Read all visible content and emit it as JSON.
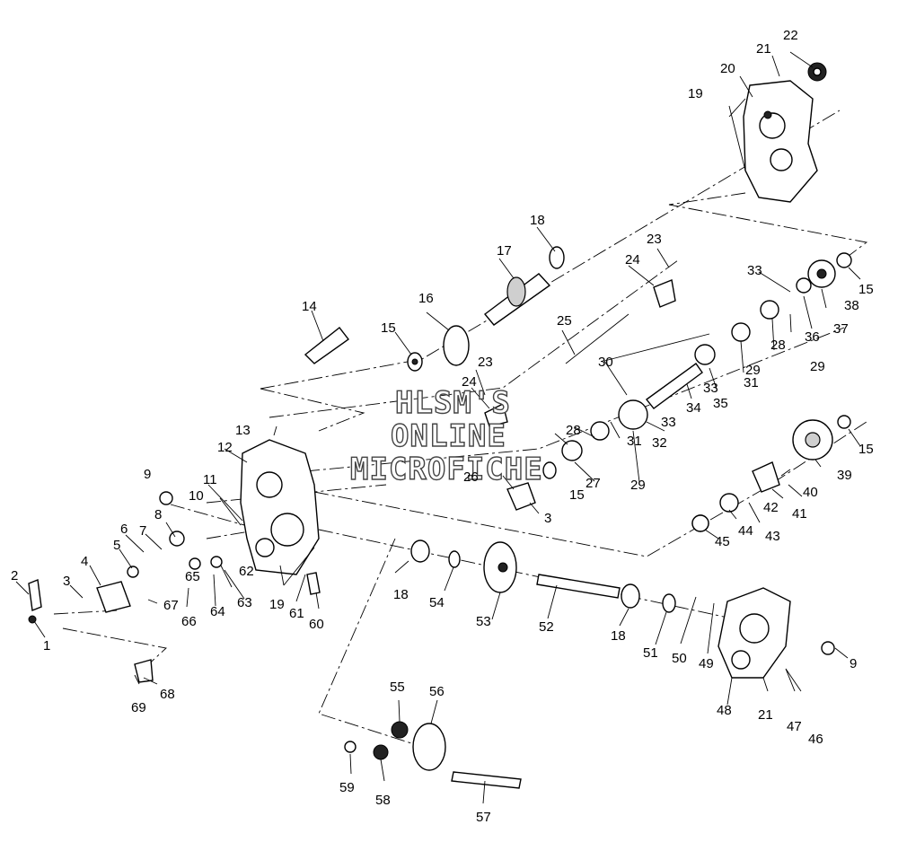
{
  "watermark": {
    "line1": "HLSM'S",
    "line2": "ONLINE",
    "line3": "MICROFICHE"
  },
  "callouts": [
    {
      "id": "c1",
      "text": "1"
    },
    {
      "id": "c2",
      "text": "2"
    },
    {
      "id": "c3a",
      "text": "3"
    },
    {
      "id": "c3b",
      "text": "3"
    },
    {
      "id": "c4",
      "text": "4"
    },
    {
      "id": "c5",
      "text": "5"
    },
    {
      "id": "c6",
      "text": "6"
    },
    {
      "id": "c7",
      "text": "7"
    },
    {
      "id": "c8",
      "text": "8"
    },
    {
      "id": "c9a",
      "text": "9"
    },
    {
      "id": "c9b",
      "text": "9"
    },
    {
      "id": "c10",
      "text": "10"
    },
    {
      "id": "c11",
      "text": "11"
    },
    {
      "id": "c12",
      "text": "12"
    },
    {
      "id": "c13",
      "text": "13"
    },
    {
      "id": "c14",
      "text": "14"
    },
    {
      "id": "c15a",
      "text": "15"
    },
    {
      "id": "c15b",
      "text": "15"
    },
    {
      "id": "c15c",
      "text": "15"
    },
    {
      "id": "c15d",
      "text": "15"
    },
    {
      "id": "c16",
      "text": "16"
    },
    {
      "id": "c17",
      "text": "17"
    },
    {
      "id": "c18a",
      "text": "18"
    },
    {
      "id": "c18b",
      "text": "18"
    },
    {
      "id": "c18c",
      "text": "18"
    },
    {
      "id": "c19a",
      "text": "19"
    },
    {
      "id": "c19b",
      "text": "19"
    },
    {
      "id": "c20",
      "text": "20"
    },
    {
      "id": "c21a",
      "text": "21"
    },
    {
      "id": "c21b",
      "text": "21"
    },
    {
      "id": "c22",
      "text": "22"
    },
    {
      "id": "c23a",
      "text": "23"
    },
    {
      "id": "c23b",
      "text": "23"
    },
    {
      "id": "c24a",
      "text": "24"
    },
    {
      "id": "c24b",
      "text": "24"
    },
    {
      "id": "c25",
      "text": "25"
    },
    {
      "id": "c26",
      "text": "26"
    },
    {
      "id": "c27",
      "text": "27"
    },
    {
      "id": "c28a",
      "text": "28"
    },
    {
      "id": "c28b",
      "text": "28"
    },
    {
      "id": "c29a",
      "text": "29"
    },
    {
      "id": "c29b",
      "text": "29"
    },
    {
      "id": "c29c",
      "text": "29"
    },
    {
      "id": "c30",
      "text": "30"
    },
    {
      "id": "c31a",
      "text": "31"
    },
    {
      "id": "c31b",
      "text": "31"
    },
    {
      "id": "c32",
      "text": "32"
    },
    {
      "id": "c33a",
      "text": "33"
    },
    {
      "id": "c33b",
      "text": "33"
    },
    {
      "id": "c33c",
      "text": "33"
    },
    {
      "id": "c34",
      "text": "34"
    },
    {
      "id": "c35",
      "text": "35"
    },
    {
      "id": "c36",
      "text": "36"
    },
    {
      "id": "c37",
      "text": "37"
    },
    {
      "id": "c38",
      "text": "38"
    },
    {
      "id": "c39",
      "text": "39"
    },
    {
      "id": "c40",
      "text": "40"
    },
    {
      "id": "c41",
      "text": "41"
    },
    {
      "id": "c42",
      "text": "42"
    },
    {
      "id": "c43",
      "text": "43"
    },
    {
      "id": "c44",
      "text": "44"
    },
    {
      "id": "c45",
      "text": "45"
    },
    {
      "id": "c46",
      "text": "46"
    },
    {
      "id": "c47",
      "text": "47"
    },
    {
      "id": "c48",
      "text": "48"
    },
    {
      "id": "c49",
      "text": "49"
    },
    {
      "id": "c50",
      "text": "50"
    },
    {
      "id": "c51",
      "text": "51"
    },
    {
      "id": "c52",
      "text": "52"
    },
    {
      "id": "c53",
      "text": "53"
    },
    {
      "id": "c54",
      "text": "54"
    },
    {
      "id": "c55",
      "text": "55"
    },
    {
      "id": "c56",
      "text": "56"
    },
    {
      "id": "c57",
      "text": "57"
    },
    {
      "id": "c58",
      "text": "58"
    },
    {
      "id": "c59",
      "text": "59"
    },
    {
      "id": "c60",
      "text": "60"
    },
    {
      "id": "c61",
      "text": "61"
    },
    {
      "id": "c62",
      "text": "62"
    },
    {
      "id": "c63",
      "text": "63"
    },
    {
      "id": "c64",
      "text": "64"
    },
    {
      "id": "c65",
      "text": "65"
    },
    {
      "id": "c66",
      "text": "66"
    },
    {
      "id": "c67",
      "text": "67"
    },
    {
      "id": "c68",
      "text": "68"
    },
    {
      "id": "c69",
      "text": "69"
    }
  ]
}
